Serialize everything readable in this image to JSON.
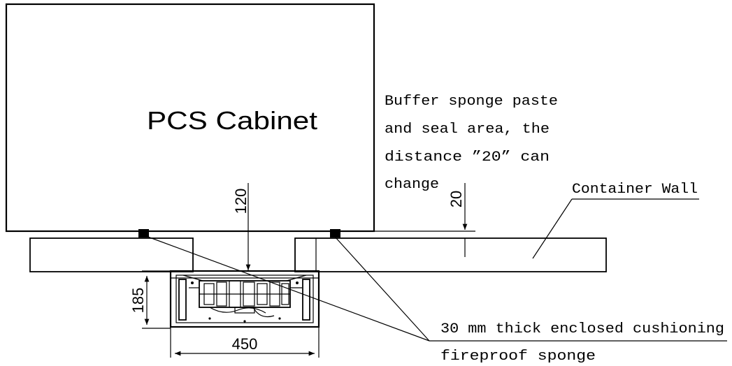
{
  "labels": {
    "cabinet": "PCS Cabinet",
    "note_line_1": "Buffer sponge paste",
    "note_line_2": "and seal area, the",
    "note_line_3": "distance ”20” can",
    "note_line_4": "change",
    "container_wall": "Container Wall",
    "sponge_line_1": "30 mm thick enclosed cushioning",
    "sponge_line_2": "fireproof  sponge"
  },
  "dimensions": {
    "gap_to_cabinet": "120",
    "seal_distance": "20",
    "duct_height": "185",
    "duct_width": "450"
  },
  "colors": {
    "line": "#000000",
    "background": "#ffffff"
  }
}
